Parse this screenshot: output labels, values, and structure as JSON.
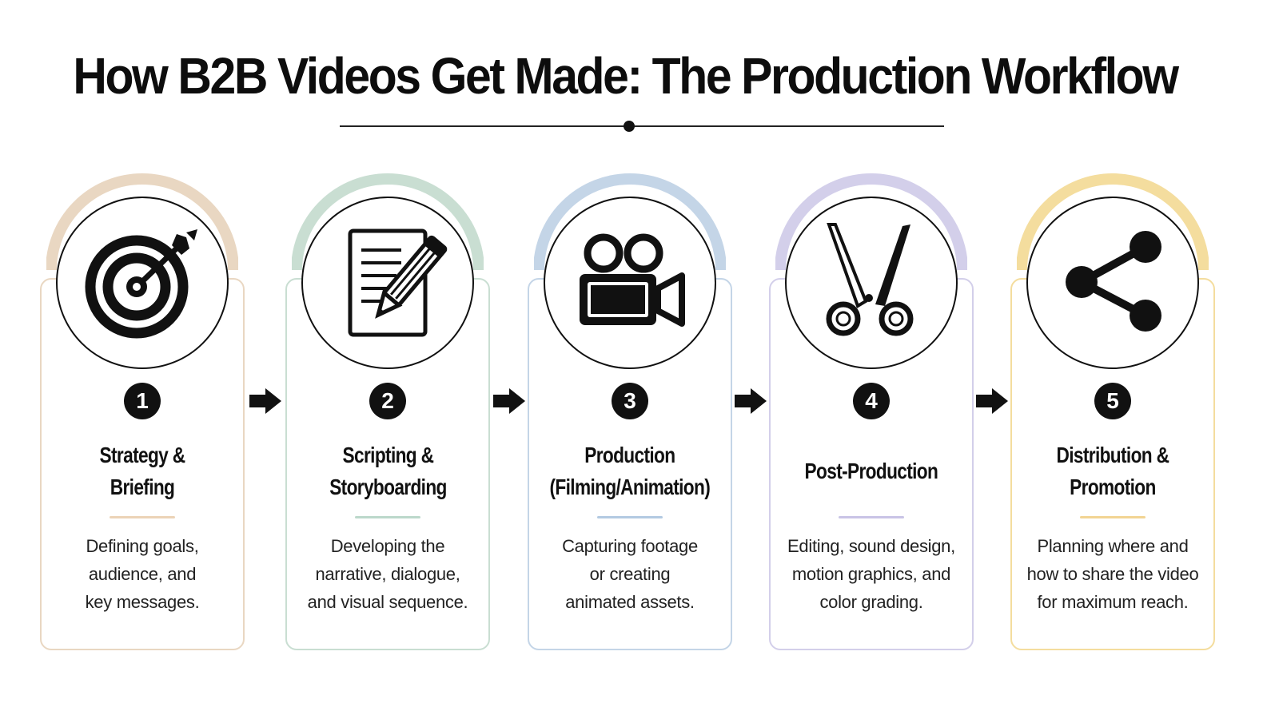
{
  "title": "How B2B Videos Get Made: The Production Workflow",
  "steps": [
    {
      "number": "1",
      "title_lines": [
        "Strategy &",
        "Briefing"
      ],
      "desc_lines": [
        "Defining goals,",
        "audience, and",
        "key messages."
      ],
      "icon": "target-icon",
      "color": "#e9d7c2",
      "rule_color": "#ecd3b7"
    },
    {
      "number": "2",
      "title_lines": [
        "Scripting &",
        "Storyboarding"
      ],
      "desc_lines": [
        "Developing the",
        "narrative, dialogue,",
        "and visual sequence."
      ],
      "icon": "script-pencil-icon",
      "color": "#c9ded2",
      "rule_color": "#bcd8cb"
    },
    {
      "number": "3",
      "title_lines": [
        "Production",
        "(Filming/Animation)"
      ],
      "desc_lines": [
        "Capturing footage",
        "or creating",
        "animated assets."
      ],
      "icon": "video-camera-icon",
      "color": "#c4d5e7",
      "rule_color": "#b3cae2"
    },
    {
      "number": "4",
      "title_lines": [
        "Post-Production"
      ],
      "desc_lines": [
        "Editing, sound design,",
        "motion graphics, and",
        "color grading."
      ],
      "icon": "scissors-icon",
      "color": "#d3cfea",
      "rule_color": "#c9c4e6"
    },
    {
      "number": "5",
      "title_lines": [
        "Distribution &",
        "Promotion"
      ],
      "desc_lines": [
        "Planning where and",
        "how to share the video",
        "for maximum reach."
      ],
      "icon": "share-icon",
      "color": "#f4dd9e",
      "rule_color": "#f2d493"
    }
  ]
}
